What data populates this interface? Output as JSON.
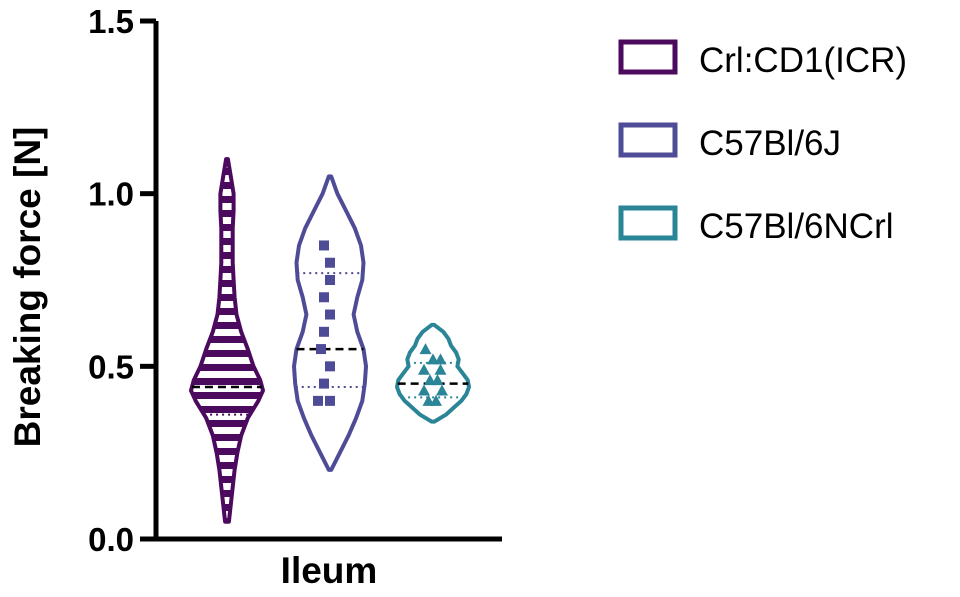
{
  "chart_data": {
    "type": "violin",
    "ylabel": "Breaking force [N]",
    "categories": [
      "Ileum"
    ],
    "ylim": [
      0.0,
      1.5
    ],
    "yticks": [
      "0.0",
      "0.5",
      "1.0",
      "1.5"
    ],
    "grid": false,
    "legend_position": "top-right",
    "series": [
      {
        "name": "Crl:CD1(ICR)",
        "color": "#4B0A5E",
        "fill_pattern": "horizontal-stripes",
        "min": 0.05,
        "max": 1.1,
        "quartiles": [
          0.36,
          0.44,
          0.5
        ],
        "density": [
          [
            0.05,
            2
          ],
          [
            0.1,
            4
          ],
          [
            0.15,
            6
          ],
          [
            0.2,
            8
          ],
          [
            0.25,
            11
          ],
          [
            0.3,
            15
          ],
          [
            0.35,
            22
          ],
          [
            0.4,
            33
          ],
          [
            0.43,
            38
          ],
          [
            0.46,
            35
          ],
          [
            0.5,
            28
          ],
          [
            0.55,
            22
          ],
          [
            0.6,
            15
          ],
          [
            0.65,
            10
          ],
          [
            0.7,
            8
          ],
          [
            0.75,
            7
          ],
          [
            0.8,
            6
          ],
          [
            0.85,
            6
          ],
          [
            0.9,
            6
          ],
          [
            0.95,
            7
          ],
          [
            1.0,
            7
          ],
          [
            1.05,
            4
          ],
          [
            1.1,
            1
          ]
        ],
        "points": []
      },
      {
        "name": "C57Bl/6J",
        "color": "#4E4C96",
        "fill_pattern": "none",
        "min": 0.2,
        "max": 1.05,
        "quartiles": [
          0.44,
          0.55,
          0.77
        ],
        "density": [
          [
            0.2,
            1
          ],
          [
            0.25,
            8
          ],
          [
            0.3,
            15
          ],
          [
            0.35,
            21
          ],
          [
            0.4,
            26
          ],
          [
            0.45,
            28
          ],
          [
            0.5,
            29
          ],
          [
            0.55,
            27
          ],
          [
            0.6,
            22
          ],
          [
            0.65,
            19
          ],
          [
            0.7,
            22
          ],
          [
            0.75,
            26
          ],
          [
            0.8,
            27
          ],
          [
            0.85,
            25
          ],
          [
            0.9,
            20
          ],
          [
            0.95,
            13
          ],
          [
            1.0,
            6
          ],
          [
            1.05,
            1
          ]
        ],
        "points": [
          {
            "x": -0.4,
            "y": 0.85
          },
          {
            "x": 0.0,
            "y": 0.8
          },
          {
            "x": 0.0,
            "y": 0.75
          },
          {
            "x": -0.4,
            "y": 0.7
          },
          {
            "x": 0.0,
            "y": 0.65
          },
          {
            "x": -0.4,
            "y": 0.6
          },
          {
            "x": -0.6,
            "y": 0.55
          },
          {
            "x": 0.0,
            "y": 0.5
          },
          {
            "x": -0.4,
            "y": 0.45
          },
          {
            "x": -0.8,
            "y": 0.4
          },
          {
            "x": 0.0,
            "y": 0.4
          }
        ]
      },
      {
        "name": "C57Bl/6NCrl",
        "color": "#2A8596",
        "fill_pattern": "none",
        "min": 0.34,
        "max": 0.62,
        "quartiles": [
          0.41,
          0.45,
          0.51
        ],
        "density": [
          [
            0.34,
            1
          ],
          [
            0.36,
            10
          ],
          [
            0.38,
            16
          ],
          [
            0.4,
            22
          ],
          [
            0.42,
            26
          ],
          [
            0.44,
            28
          ],
          [
            0.46,
            27
          ],
          [
            0.48,
            23
          ],
          [
            0.5,
            19
          ],
          [
            0.52,
            20
          ],
          [
            0.54,
            18
          ],
          [
            0.56,
            14
          ],
          [
            0.58,
            12
          ],
          [
            0.6,
            8
          ],
          [
            0.62,
            1
          ]
        ],
        "points": [
          {
            "x": -0.5,
            "y": 0.55
          },
          {
            "x": 0.0,
            "y": 0.52
          },
          {
            "x": 0.5,
            "y": 0.52
          },
          {
            "x": -0.6,
            "y": 0.49
          },
          {
            "x": 0.5,
            "y": 0.49
          },
          {
            "x": -0.2,
            "y": 0.46
          },
          {
            "x": 0.3,
            "y": 0.46
          },
          {
            "x": -0.6,
            "y": 0.43
          },
          {
            "x": 0.6,
            "y": 0.43
          },
          {
            "x": -0.3,
            "y": 0.4
          },
          {
            "x": 0.2,
            "y": 0.4
          }
        ]
      }
    ]
  }
}
